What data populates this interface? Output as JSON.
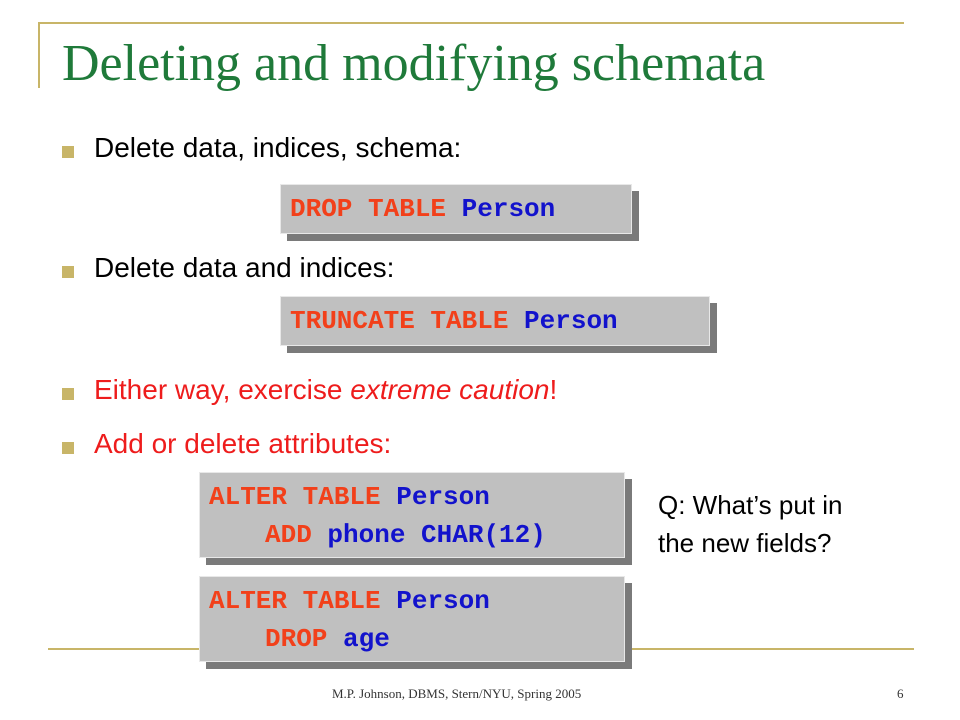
{
  "slide": {
    "title": "Deleting  and modifying schemata",
    "bullets": [
      {
        "text": "Delete data, indices, schema:"
      },
      {
        "text": "Delete data and indices:"
      },
      {
        "pre": "Either way, exercise ",
        "em": "extreme caution",
        "post": "!"
      },
      {
        "text": "Add or delete attributes:"
      }
    ],
    "code": {
      "drop": {
        "kw": "DROP TABLE ",
        "id": "Person"
      },
      "truncate": {
        "kw": "TRUNCATE TABLE ",
        "id": "Person"
      },
      "alter_add": {
        "line1_kw": "ALTER TABLE ",
        "line1_id": "Person",
        "line2_kw": "ADD ",
        "line2_id": "phone CHAR(12)"
      },
      "alter_drop": {
        "line1_kw": "ALTER TABLE ",
        "line1_id": "Person",
        "line2_kw": "DROP ",
        "line2_id": "age"
      }
    },
    "note": {
      "line1": "Q: What’s put in",
      "line2": "the new fields?"
    },
    "footer": {
      "credit": "M.P. Johnson, DBMS, Stern/NYU, Spring 2005",
      "page_number": "6"
    },
    "colors": {
      "title": "#1f7a3a",
      "accent_rule": "#c8b568",
      "emphasis": "#ee1c1c",
      "sql_keyword": "#f2401a",
      "sql_identifier": "#1212cc",
      "code_background": "#c0c0c0"
    }
  }
}
